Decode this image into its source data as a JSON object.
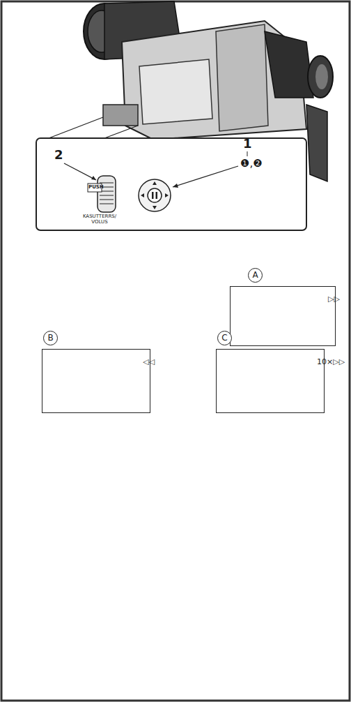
{
  "diagram": {
    "nodes": [
      {
        "text": [
          "A",
          "▷▷"
        ]
      },
      {
        "text": [
          "B",
          "◁◁"
        ]
      },
      {
        "text": [
          "C",
          "10×▷▷"
        ]
      }
    ],
    "labels": [
      "2",
      "1",
      "❶,❷",
      "PUSH",
      "KASUTTERRS/ VOLUS"
    ]
  }
}
